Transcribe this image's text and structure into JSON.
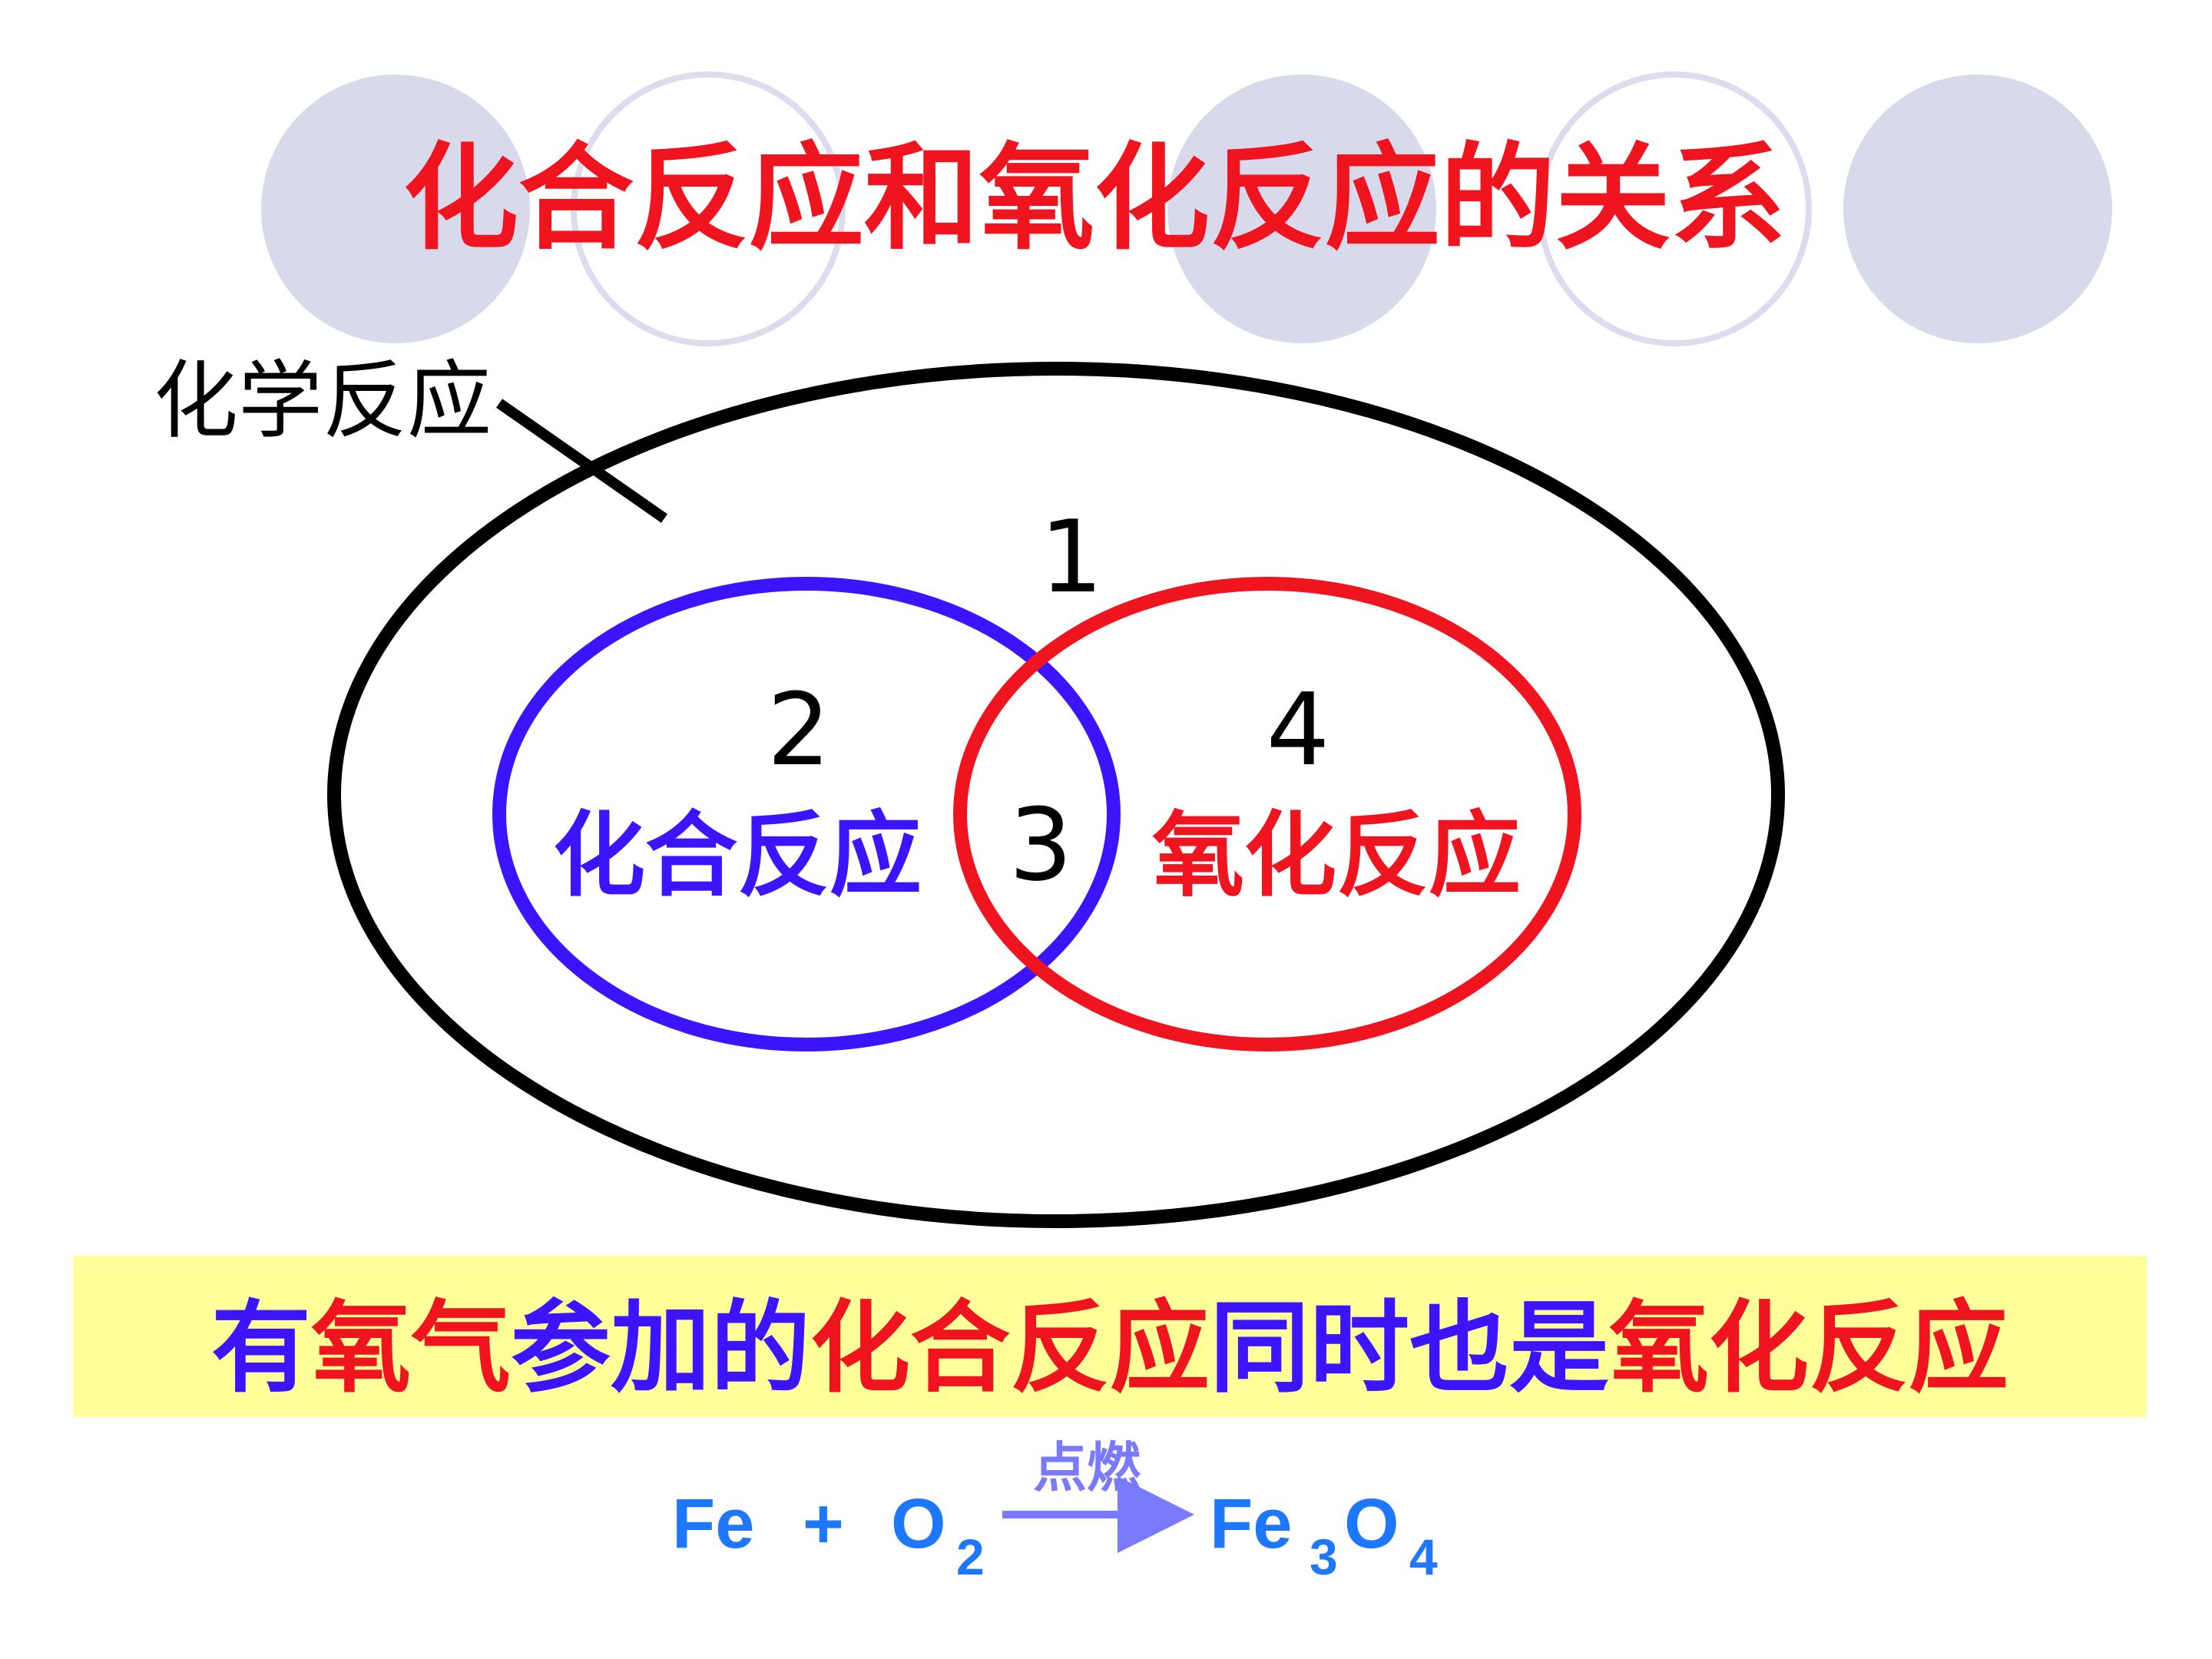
{
  "title": "化合反应和氧化反应的关系",
  "colors": {
    "red": "#f0141e",
    "blue": "#3c14ff",
    "black": "#000000",
    "deco_fill": "#d9d9ec",
    "deco_stroke": "#dcdcee",
    "banner": "#ffff99",
    "equation": "#1e78ff",
    "condition": "#7a7aff"
  },
  "diagram": {
    "outer_label": "化学反应",
    "regions": {
      "r1": "1",
      "r2": "2",
      "r3": "3",
      "r4": "4"
    },
    "set_left_label": "化合反应",
    "set_right_label": "氧化反应"
  },
  "statement": {
    "parts": [
      {
        "text": "有",
        "color": "blue"
      },
      {
        "text": "氧气",
        "color": "red"
      },
      {
        "text": "参加的",
        "color": "blue"
      },
      {
        "text": "化合反应",
        "color": "red"
      },
      {
        "text": "同时也是",
        "color": "blue"
      },
      {
        "text": "氧化反应",
        "color": "red"
      }
    ]
  },
  "equation": {
    "reactant1": "Fe",
    "plus": "+",
    "reactant2": "O",
    "reactant2_sub": "2",
    "condition": "点燃",
    "product_a": "Fe",
    "product_a_sub": "3",
    "product_b": "O",
    "product_b_sub": "4"
  }
}
